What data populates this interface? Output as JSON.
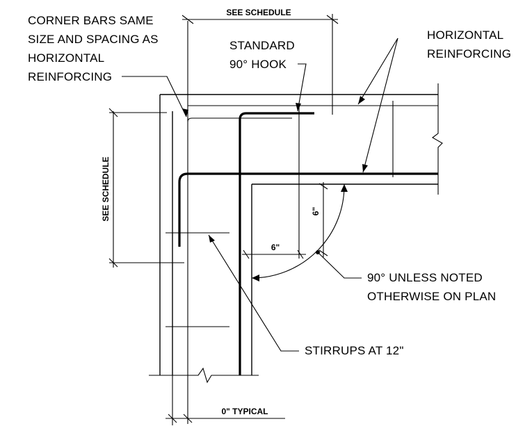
{
  "notes": {
    "corner_bars": [
      "CORNER BARS SAME",
      "SIZE AND SPACING AS",
      "HORIZONTAL",
      "REINFORCING"
    ],
    "standard_hook": [
      "STANDARD",
      "90° HOOK"
    ],
    "horizontal_reinforcing": [
      "HORIZONTAL",
      "REINFORCING"
    ],
    "angle_note": [
      "90° UNLESS NOTED",
      "OTHERWISE ON PLAN"
    ],
    "stirrups": "STIRRUPS AT 12\""
  },
  "dimensions": {
    "top_schedule": "SEE SCHEDULE",
    "side_schedule": "SEE SCHEDULE",
    "six_vertical": "6\"",
    "six_horizontal": "6\"",
    "zero_typical": "0\" TYPICAL"
  }
}
